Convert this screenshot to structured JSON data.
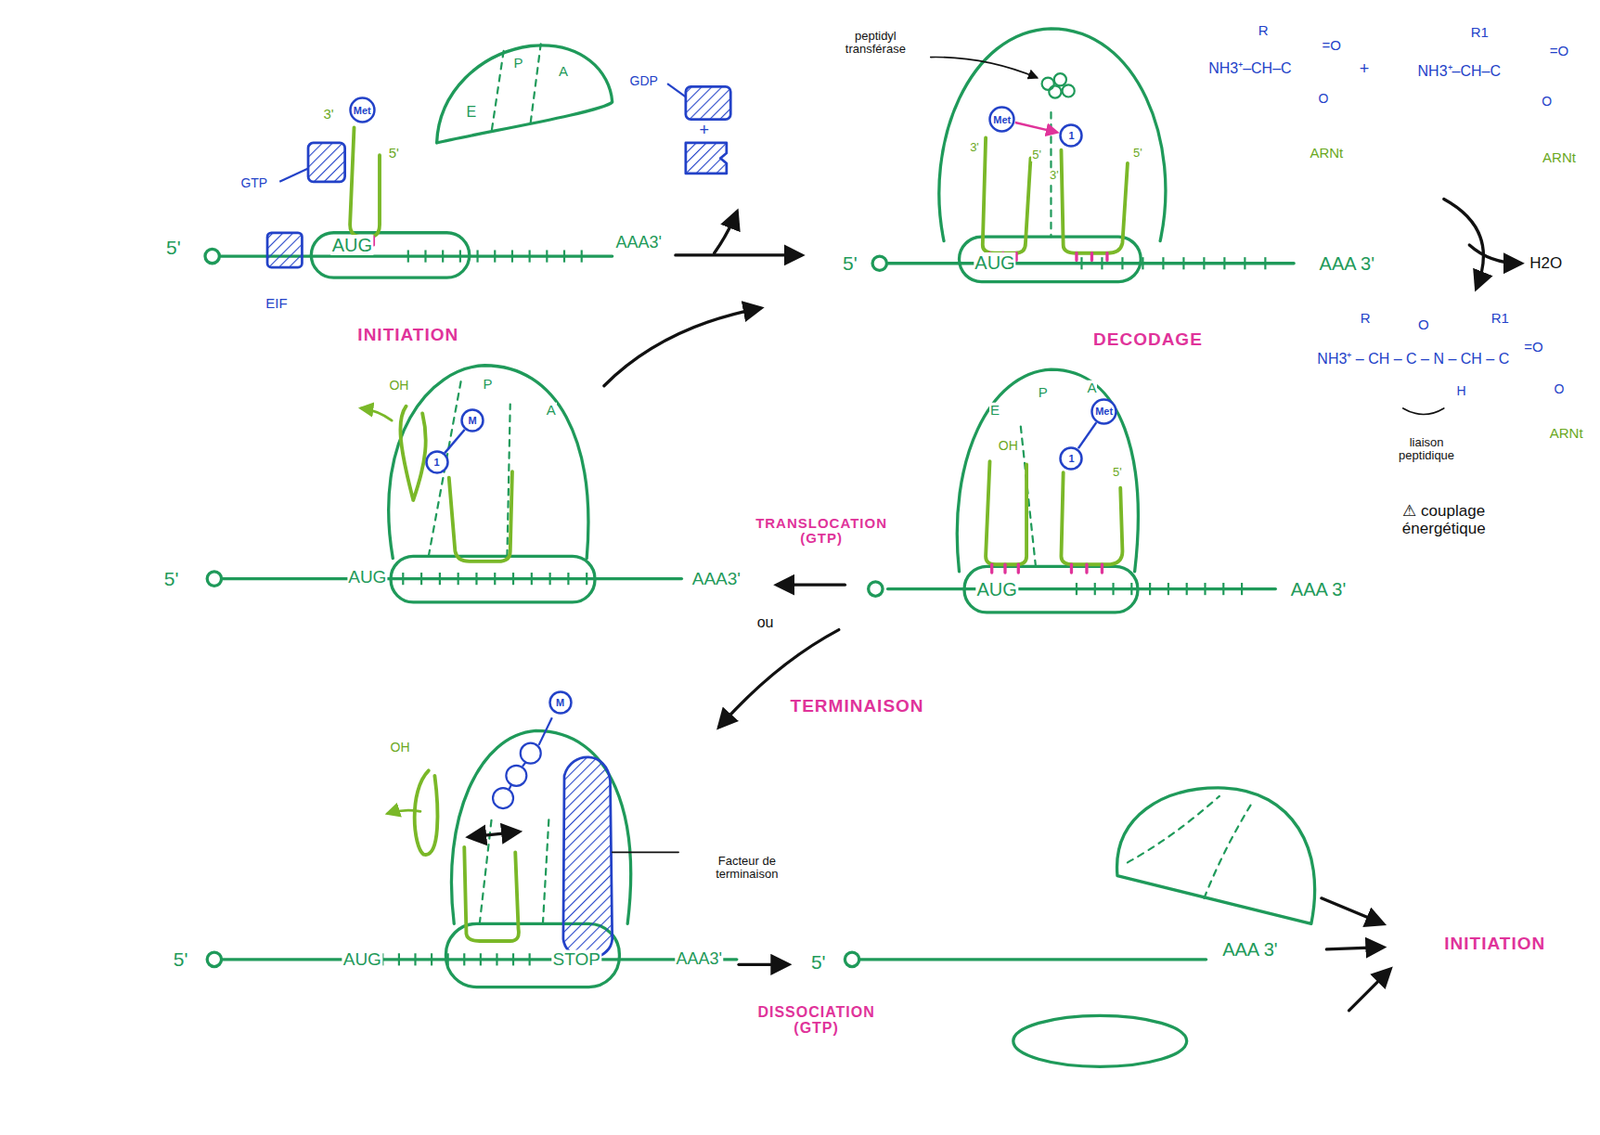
{
  "diagram": {
    "nodes": [
      {
        "text": [
          "Met"
        ]
      },
      {
        "text": [
          "Met"
        ]
      },
      {
        "text": [
          "1"
        ]
      },
      {
        "text": [
          "M"
        ]
      },
      {
        "text": [
          "1"
        ]
      },
      {
        "text": [
          "Met"
        ]
      },
      {
        "text": [
          "1"
        ]
      },
      {
        "text": [
          "M"
        ]
      }
    ],
    "edges": [
      {
        "from": 1,
        "to": 2,
        "arrow": "to"
      },
      {
        "from": 3,
        "to": 4,
        "arrow": "none"
      },
      {
        "from": 6,
        "to": 5,
        "arrow": "none"
      }
    ],
    "labels": [
      "3'",
      "5'",
      "GTP",
      "E",
      "P",
      "A",
      "GDP",
      "+",
      "5'",
      "AUG",
      "AAA3'",
      "EIF",
      "INITIATION",
      "peptidyl transférase",
      "3'",
      "5'",
      "3'",
      "5'",
      "5'",
      "AUG",
      "AAA 3'",
      "DECODAGE",
      "R",
      "NH3⁺–CH–C",
      "=O",
      "O",
      "ARNt",
      "+",
      "R1",
      "NH3⁺–CH–C",
      "=O",
      "O",
      "ARNt",
      "H2O",
      "R",
      "O",
      "R1",
      "NH3⁺ – CH – C – N – CH – C",
      "=O",
      "H",
      "O",
      "ARNt",
      "liaison peptidique",
      "⚠ couplage énergétique",
      "OH",
      "P",
      "A",
      "5'",
      "AUG",
      "AAA3'",
      "E",
      "P",
      "A",
      "OH",
      "5'",
      "AUG",
      "AAA 3'",
      "TRANSLOCATION (GTP)",
      "ou",
      "TERMINAISON",
      "OH",
      "Facteur de terminaison",
      "5'",
      "AUG",
      "STOP",
      "AAA3'",
      "5'",
      "AAA 3'",
      "DISSOCIATION (GTP)",
      "INITIATION"
    ]
  }
}
